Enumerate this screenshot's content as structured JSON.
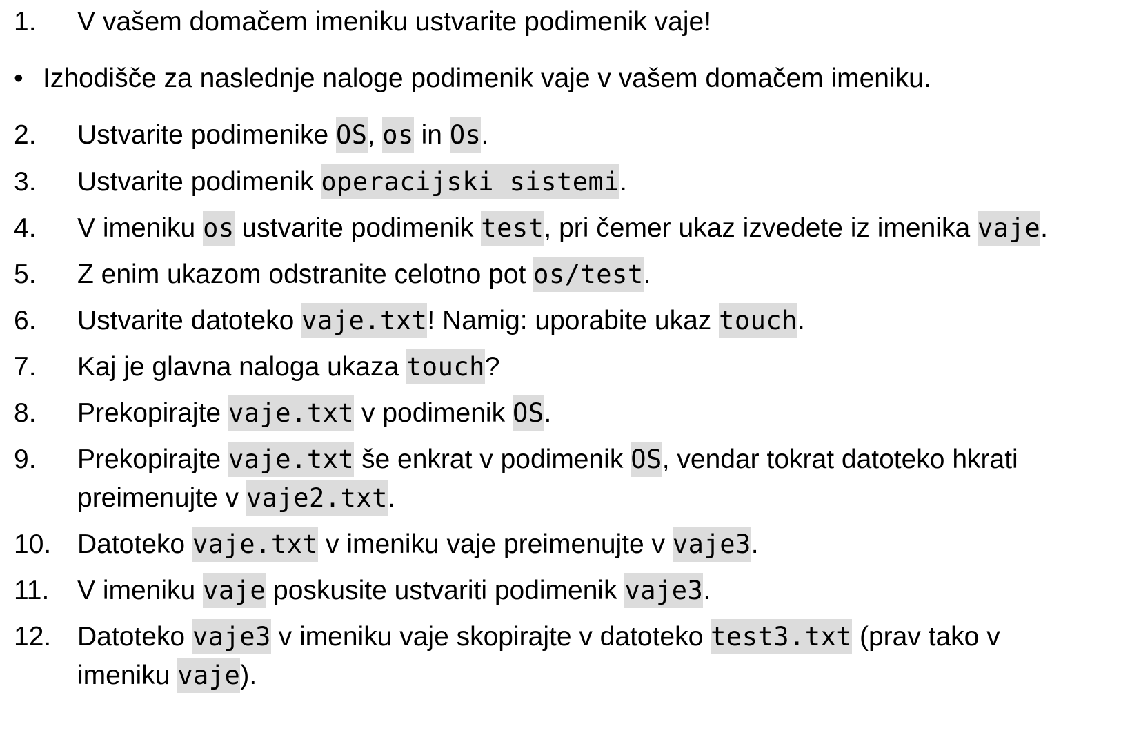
{
  "items": [
    {
      "num": "1.",
      "parts": [
        {
          "t": "V vašem domačem imeniku ustvarite podimenik vaje!"
        }
      ]
    },
    {
      "bullet": "•",
      "parts": [
        {
          "t": "Izhodišče za naslednje naloge podimenik vaje v vašem domačem imeniku."
        }
      ]
    },
    {
      "num": "2.",
      "parts": [
        {
          "t": "Ustvarite podimenike "
        },
        {
          "c": "OS"
        },
        {
          "t": ", "
        },
        {
          "c": "os"
        },
        {
          "t": " in "
        },
        {
          "c": "Os"
        },
        {
          "t": "."
        }
      ]
    },
    {
      "num": "3.",
      "parts": [
        {
          "t": "Ustvarite podimenik "
        },
        {
          "c": "operacijski sistemi"
        },
        {
          "t": "."
        }
      ]
    },
    {
      "num": "4.",
      "parts": [
        {
          "t": "V imeniku "
        },
        {
          "c": "os"
        },
        {
          "t": " ustvarite podimenik "
        },
        {
          "c": "test"
        },
        {
          "t": ", pri čemer ukaz izvedete iz imenika "
        },
        {
          "c": "vaje"
        },
        {
          "t": "."
        }
      ]
    },
    {
      "num": "5.",
      "parts": [
        {
          "t": "Z enim ukazom odstranite celotno pot "
        },
        {
          "c": "os/test"
        },
        {
          "t": "."
        }
      ]
    },
    {
      "num": "6.",
      "parts": [
        {
          "t": "Ustvarite datoteko "
        },
        {
          "c": "vaje.txt"
        },
        {
          "t": "! Namig: uporabite ukaz "
        },
        {
          "c": "touch"
        },
        {
          "t": "."
        }
      ]
    },
    {
      "num": "7.",
      "parts": [
        {
          "t": "Kaj je glavna naloga ukaza "
        },
        {
          "c": "touch"
        },
        {
          "t": "?"
        }
      ]
    },
    {
      "num": "8.",
      "parts": [
        {
          "t": "Prekopirajte "
        },
        {
          "c": "vaje.txt"
        },
        {
          "t": " v podimenik "
        },
        {
          "c": "OS"
        },
        {
          "t": "."
        }
      ]
    },
    {
      "num": "9.",
      "parts": [
        {
          "t": "Prekopirajte "
        },
        {
          "c": "vaje.txt"
        },
        {
          "t": " še enkrat v podimenik "
        },
        {
          "c": "OS"
        },
        {
          "t": ", vendar tokrat datoteko hkrati"
        }
      ],
      "parts2": [
        {
          "t": "preimenujte v "
        },
        {
          "c": "vaje2.txt"
        },
        {
          "t": "."
        }
      ]
    },
    {
      "num": "10.",
      "parts": [
        {
          "t": "Datoteko "
        },
        {
          "c": "vaje.txt"
        },
        {
          "t": " v imeniku vaje preimenujte v "
        },
        {
          "c": "vaje3"
        },
        {
          "t": "."
        }
      ]
    },
    {
      "num": "11.",
      "parts": [
        {
          "t": "V imeniku "
        },
        {
          "c": "vaje"
        },
        {
          "t": " poskusite ustvariti podimenik "
        },
        {
          "c": "vaje3"
        },
        {
          "t": "."
        }
      ]
    },
    {
      "num": "12.",
      "parts": [
        {
          "t": "Datoteko "
        },
        {
          "c": "vaje3"
        },
        {
          "t": " v imeniku vaje skopirajte v datoteko "
        },
        {
          "c": "test3.txt"
        },
        {
          "t": " (prav tako v"
        }
      ],
      "parts2": [
        {
          "t": "imeniku "
        },
        {
          "c": "vaje"
        },
        {
          "t": ")."
        }
      ]
    }
  ]
}
